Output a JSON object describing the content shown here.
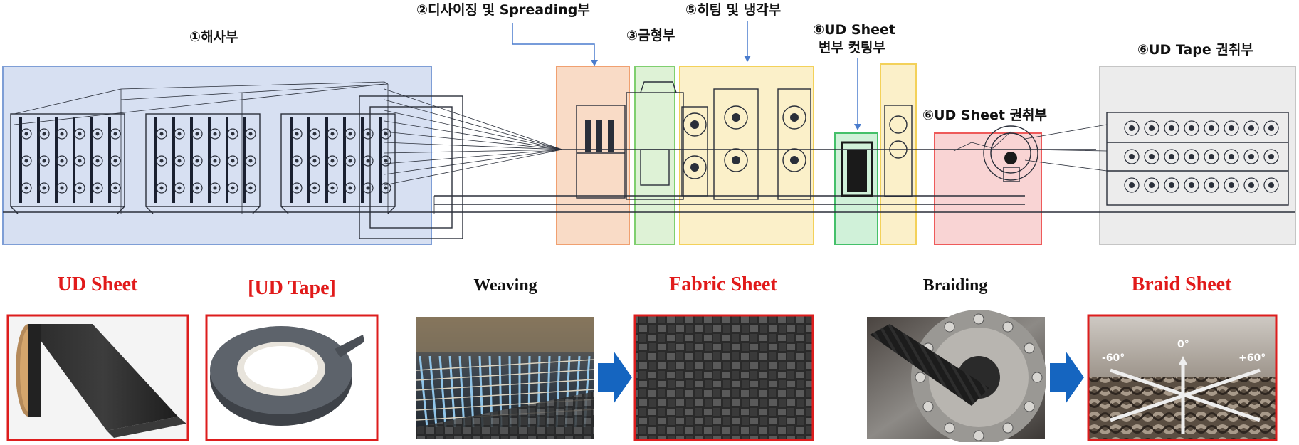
{
  "sections": [
    {
      "id": "unwinding",
      "label": "①해사부",
      "color": "#4a7ccd"
    },
    {
      "id": "desizing",
      "label": "②디사이징  및  Spreading부",
      "color": "#f0a070"
    },
    {
      "id": "mold",
      "label": "③금형부",
      "color": "#7fcf6f"
    },
    {
      "id": "heating",
      "label": "⑤히팅  및  냉각부",
      "color": "#f3d15a"
    },
    {
      "id": "edge-cut",
      "label_line1": "⑥UD  Sheet",
      "label_line2": "변부  컷팅부",
      "color": "#44c06a"
    },
    {
      "id": "sheet-winding",
      "label": "⑥UD  Sheet  권취부",
      "color": "#ee5a5a"
    },
    {
      "id": "tape-winding",
      "label": "⑥UD  Tape  권취부",
      "color": "#b8b8b8"
    }
  ],
  "products": {
    "ud_sheet": "UD Sheet",
    "ud_tape": "[UD Tape]",
    "weaving": "Weaving",
    "fabric_sheet": "Fabric Sheet",
    "braiding": "Braiding",
    "braid_sheet": "Braid Sheet"
  },
  "braid_angles": {
    "left": "-60°",
    "center": "0°",
    "right": "+60°"
  },
  "colors": {
    "arrow": "#1565c0",
    "product_red": "#e11a1a",
    "frame_red": "#dd1d1d",
    "leader_line": "#4a7ccd"
  }
}
